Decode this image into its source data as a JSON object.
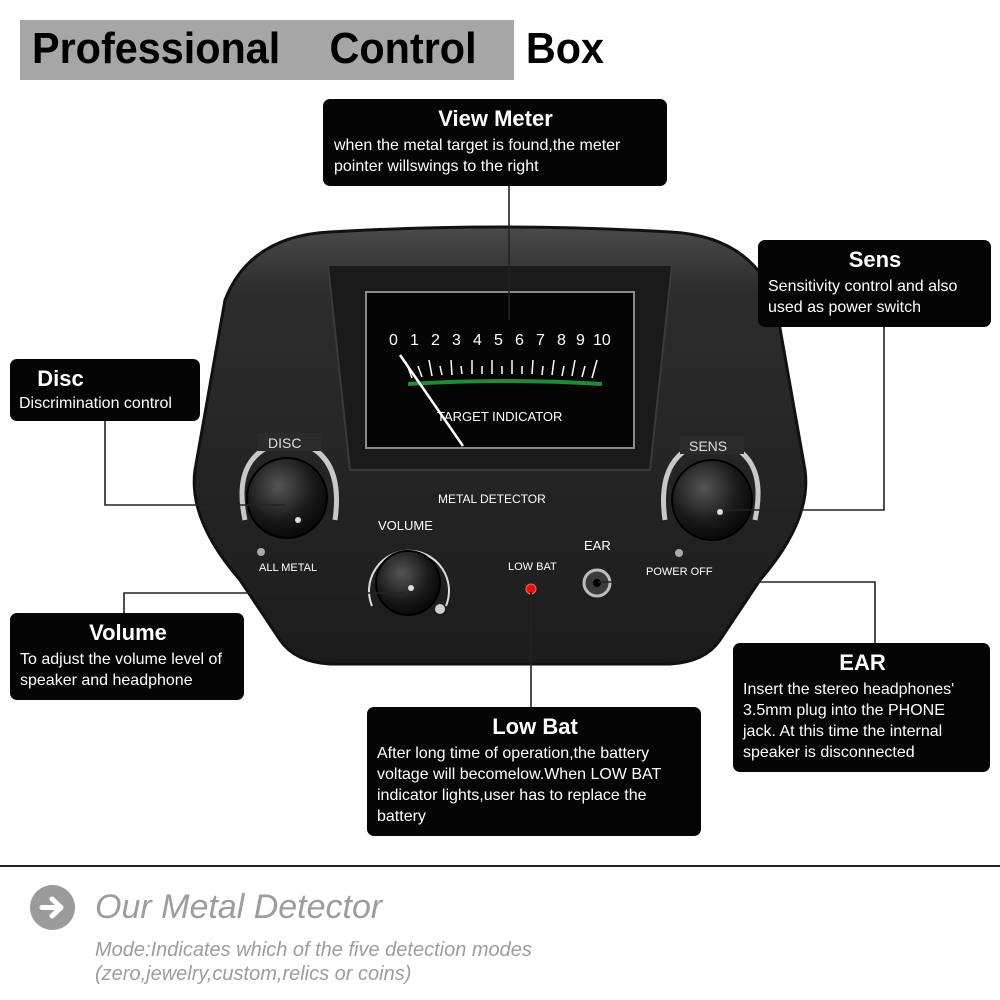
{
  "header": {
    "title": "Professional  Control  Box"
  },
  "callouts": {
    "view_meter": {
      "title": "View Meter",
      "desc": "when the metal target is found,the meter pointer willswings to the right"
    },
    "sens": {
      "title": "Sens",
      "desc": "Sensitivity control and also used as power switch"
    },
    "disc": {
      "title": "Disc",
      "desc": "Discrimination control"
    },
    "volume": {
      "title": "Volume",
      "desc": "To adjust the volume level of speaker and headphone"
    },
    "ear": {
      "title": "EAR",
      "desc": "Insert the stereo headphones' 3.5mm plug into the PHONE jack. At this time the internal speaker is disconnected"
    },
    "low_bat": {
      "title": "Low Bat",
      "desc": "After long time of operation,the battery voltage will becomelow.When LOW BAT indicator lights,user has to replace the battery"
    }
  },
  "device": {
    "meter_scale": [
      "0",
      "1",
      "2",
      "3",
      "4",
      "5",
      "6",
      "7",
      "8",
      "9",
      "10"
    ],
    "meter_label": "TARGET INDICATOR",
    "panel_label": "METAL DETECTOR",
    "disc_label": "DISC",
    "sens_label": "SENS",
    "all_metal_label": "ALL METAL",
    "power_off_label": "POWER OFF",
    "volume_label": "VOLUME",
    "low_bat_label": "LOW BAT",
    "ear_label": "EAR"
  },
  "section": {
    "title": "Our Metal Detector",
    "desc": "Mode:Indicates which of the five detection modes (zero,jewelry,custom,relics or coins)"
  },
  "colors": {
    "callout_bg": "#050505",
    "title_bar": "#a6a6a6",
    "section_text": "#9d9d9d",
    "meter_green": "#1f8a3a",
    "led_red": "#e01010"
  }
}
